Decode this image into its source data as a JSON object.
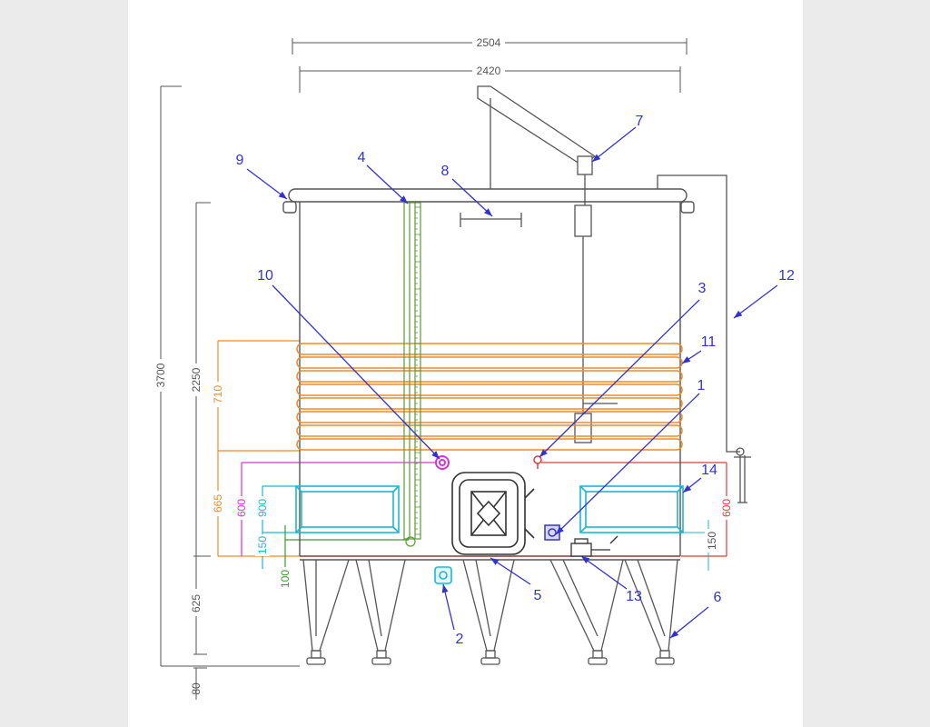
{
  "dimensions": {
    "overall_width": "2504",
    "body_width": "2420",
    "total_height": "3700",
    "body_height": "2250",
    "coil_height": "710",
    "coil_to_bottom": "665",
    "pink_zone": "600",
    "cyan_zone": "900",
    "cyan_bottom": "150",
    "green_bottom": "100",
    "leg_height": "625",
    "foot_height": "80",
    "right_zone": "600",
    "right_bottom": "150"
  },
  "callouts": [
    {
      "label": "1"
    },
    {
      "label": "2"
    },
    {
      "label": "3"
    },
    {
      "label": "4"
    },
    {
      "label": "5"
    },
    {
      "label": "6"
    },
    {
      "label": "7"
    },
    {
      "label": "8"
    },
    {
      "label": "9"
    },
    {
      "label": "10"
    },
    {
      "label": "11"
    },
    {
      "label": "12"
    },
    {
      "label": "13"
    },
    {
      "label": "14"
    }
  ],
  "colors": {
    "outline": "#555555",
    "callout": "#3333cc",
    "coil": "#ef8a2a",
    "level_gauge": "#5a9a32",
    "pink_zone": "#d633d6",
    "cyan_zone": "#19b8d6",
    "red_zone": "#e03a3a",
    "green_dim": "#3d9a2d"
  }
}
